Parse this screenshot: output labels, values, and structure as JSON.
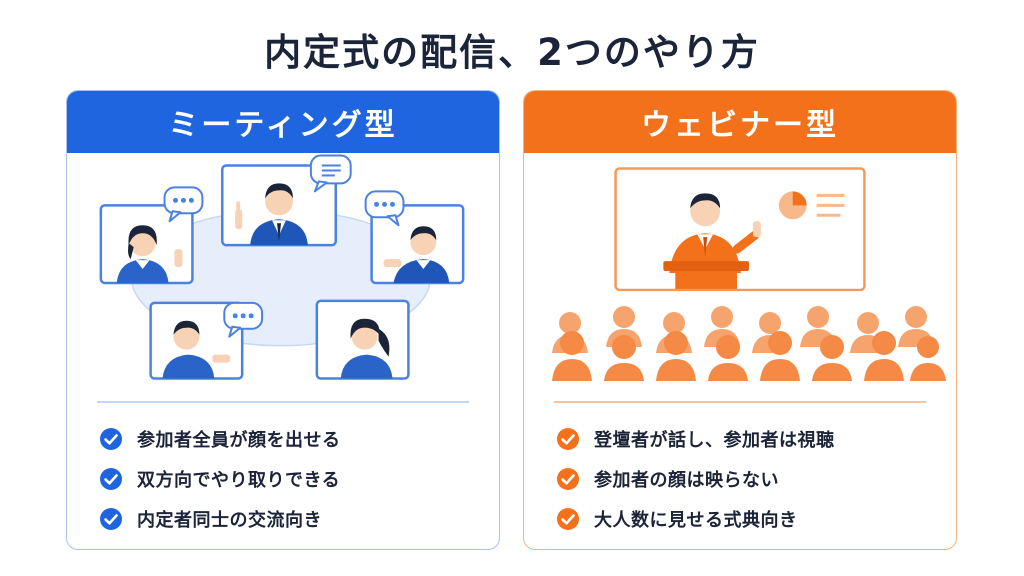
{
  "title": "内定式の配信、2つのやり方",
  "colors": {
    "meeting_accent": "#1f65e0",
    "webinar_accent": "#f3711b",
    "text": "#1b2438"
  },
  "cards": [
    {
      "id": "meeting",
      "header": "ミーティング型",
      "illustration": "video-call-grid-icon",
      "points": [
        "参加者全員が顔を出せる",
        "双方向でやり取りできる",
        "内定者同士の交流向き"
      ]
    },
    {
      "id": "webinar",
      "header": "ウェビナー型",
      "illustration": "presenter-with-audience-icon",
      "points": [
        "登壇者が話し、参加者は視聴",
        "参加者の顔は映らない",
        "大人数に見せる式典向き"
      ]
    }
  ]
}
